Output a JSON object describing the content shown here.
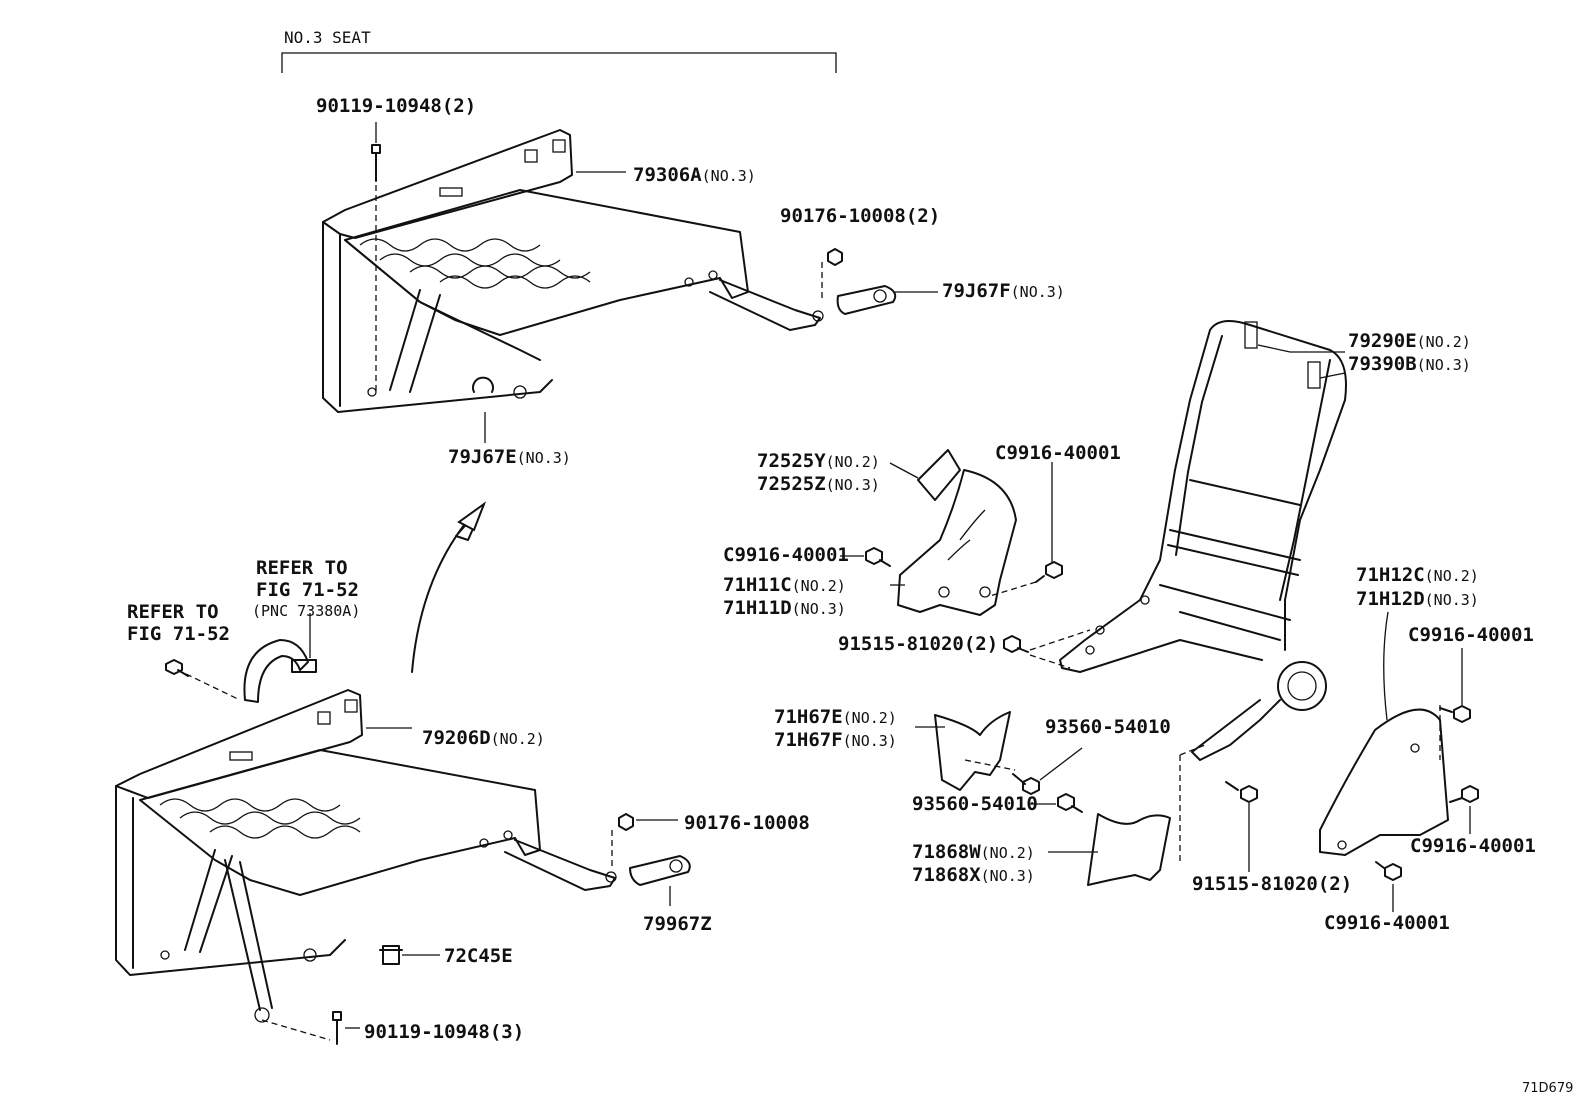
{
  "header": {
    "group_label": "NO.3 SEAT"
  },
  "figure_code": "71D679",
  "callouts": {
    "top_bolt": "90119-10948(2)",
    "frame_no3_pn": "79306A",
    "frame_no3_sub": "(NO.3)",
    "top_nut": "90176-10008(2)",
    "cover_f_pn": "79J67F",
    "cover_f_sub": "(NO.3)",
    "cover_e_pn": "79J67E",
    "cover_e_sub": "(NO.3)",
    "back_a_pn": "79290E",
    "back_a_sub": "(NO.2)",
    "back_b_pn": "79390B",
    "back_b_sub": "(NO.3)",
    "cap_a_pn": "72525Y",
    "cap_a_sub": "(NO.2)",
    "cap_b_pn": "72525Z",
    "cap_b_sub": "(NO.3)",
    "clip_upper": "C9916-40001",
    "clip_left": "C9916-40001",
    "shield_c_pn": "71H11C",
    "shield_c_sub": "(NO.2)",
    "shield_d_pn": "71H11D",
    "shield_d_sub": "(NO.3)",
    "bolt_upper": "91515-81020(2)",
    "refer1_line1": "REFER TO",
    "refer1_line2": "FIG 71-52",
    "refer1_line3": "(PNC 73380A)",
    "refer2_line1": "REFER TO",
    "refer2_line2": "FIG 71-52",
    "frame_no2_pn": "79206D",
    "frame_no2_sub": "(NO.2)",
    "nut_single": "90176-10008",
    "cover_z_pn": "79967Z",
    "clip_72c": "72C45E",
    "bottom_bolt": "90119-10948(3)",
    "trim_e_pn": "71H67E",
    "trim_e_sub": "(NO.2)",
    "trim_f_pn": "71H67F",
    "trim_f_sub": "(NO.3)",
    "screw_right": "93560-54010",
    "screw_left": "93560-54010",
    "trim_w_pn": "71868W",
    "trim_w_sub": "(NO.2)",
    "trim_x_pn": "71868X",
    "trim_x_sub": "(NO.3)",
    "bolt_lower": "91515-81020(2)",
    "shield2_c_pn": "71H12C",
    "shield2_c_sub": "(NO.2)",
    "shield2_d_pn": "71H12D",
    "shield2_d_sub": "(NO.3)",
    "clip_r_top": "C9916-40001",
    "clip_r_mid": "C9916-40001",
    "clip_r_bot": "C9916-40001"
  }
}
